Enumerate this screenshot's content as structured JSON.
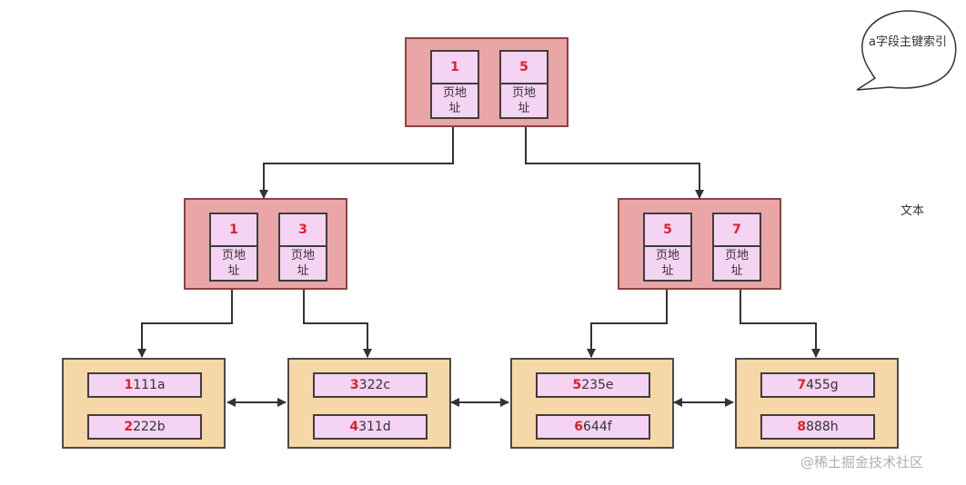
{
  "colors": {
    "internal_node": "#eaa5a6",
    "leaf_node": "#f6d7a7",
    "cell": "#f4d3f3",
    "key": "#e0202a"
  },
  "root": {
    "entries": [
      {
        "key": "1",
        "address": "页地址"
      },
      {
        "key": "5",
        "address": "页地址"
      }
    ]
  },
  "internal": [
    {
      "entries": [
        {
          "key": "1",
          "address": "页地址"
        },
        {
          "key": "3",
          "address": "页地址"
        }
      ]
    },
    {
      "entries": [
        {
          "key": "5",
          "address": "页地址"
        },
        {
          "key": "7",
          "address": "页地址"
        }
      ]
    }
  ],
  "leaves": [
    {
      "rows": [
        {
          "key": "1",
          "rest": "111a"
        },
        {
          "key": "2",
          "rest": "222b"
        }
      ]
    },
    {
      "rows": [
        {
          "key": "3",
          "rest": "322c"
        },
        {
          "key": "4",
          "rest": "311d"
        }
      ]
    },
    {
      "rows": [
        {
          "key": "5",
          "rest": "235e"
        },
        {
          "key": "6",
          "rest": "644f"
        }
      ]
    },
    {
      "rows": [
        {
          "key": "7",
          "rest": "455g"
        },
        {
          "key": "8",
          "rest": "888h"
        }
      ]
    }
  ],
  "annotations": {
    "bubble": "a字段主键索引",
    "text": "文本",
    "watermark": "@稀土掘金技术社区"
  }
}
